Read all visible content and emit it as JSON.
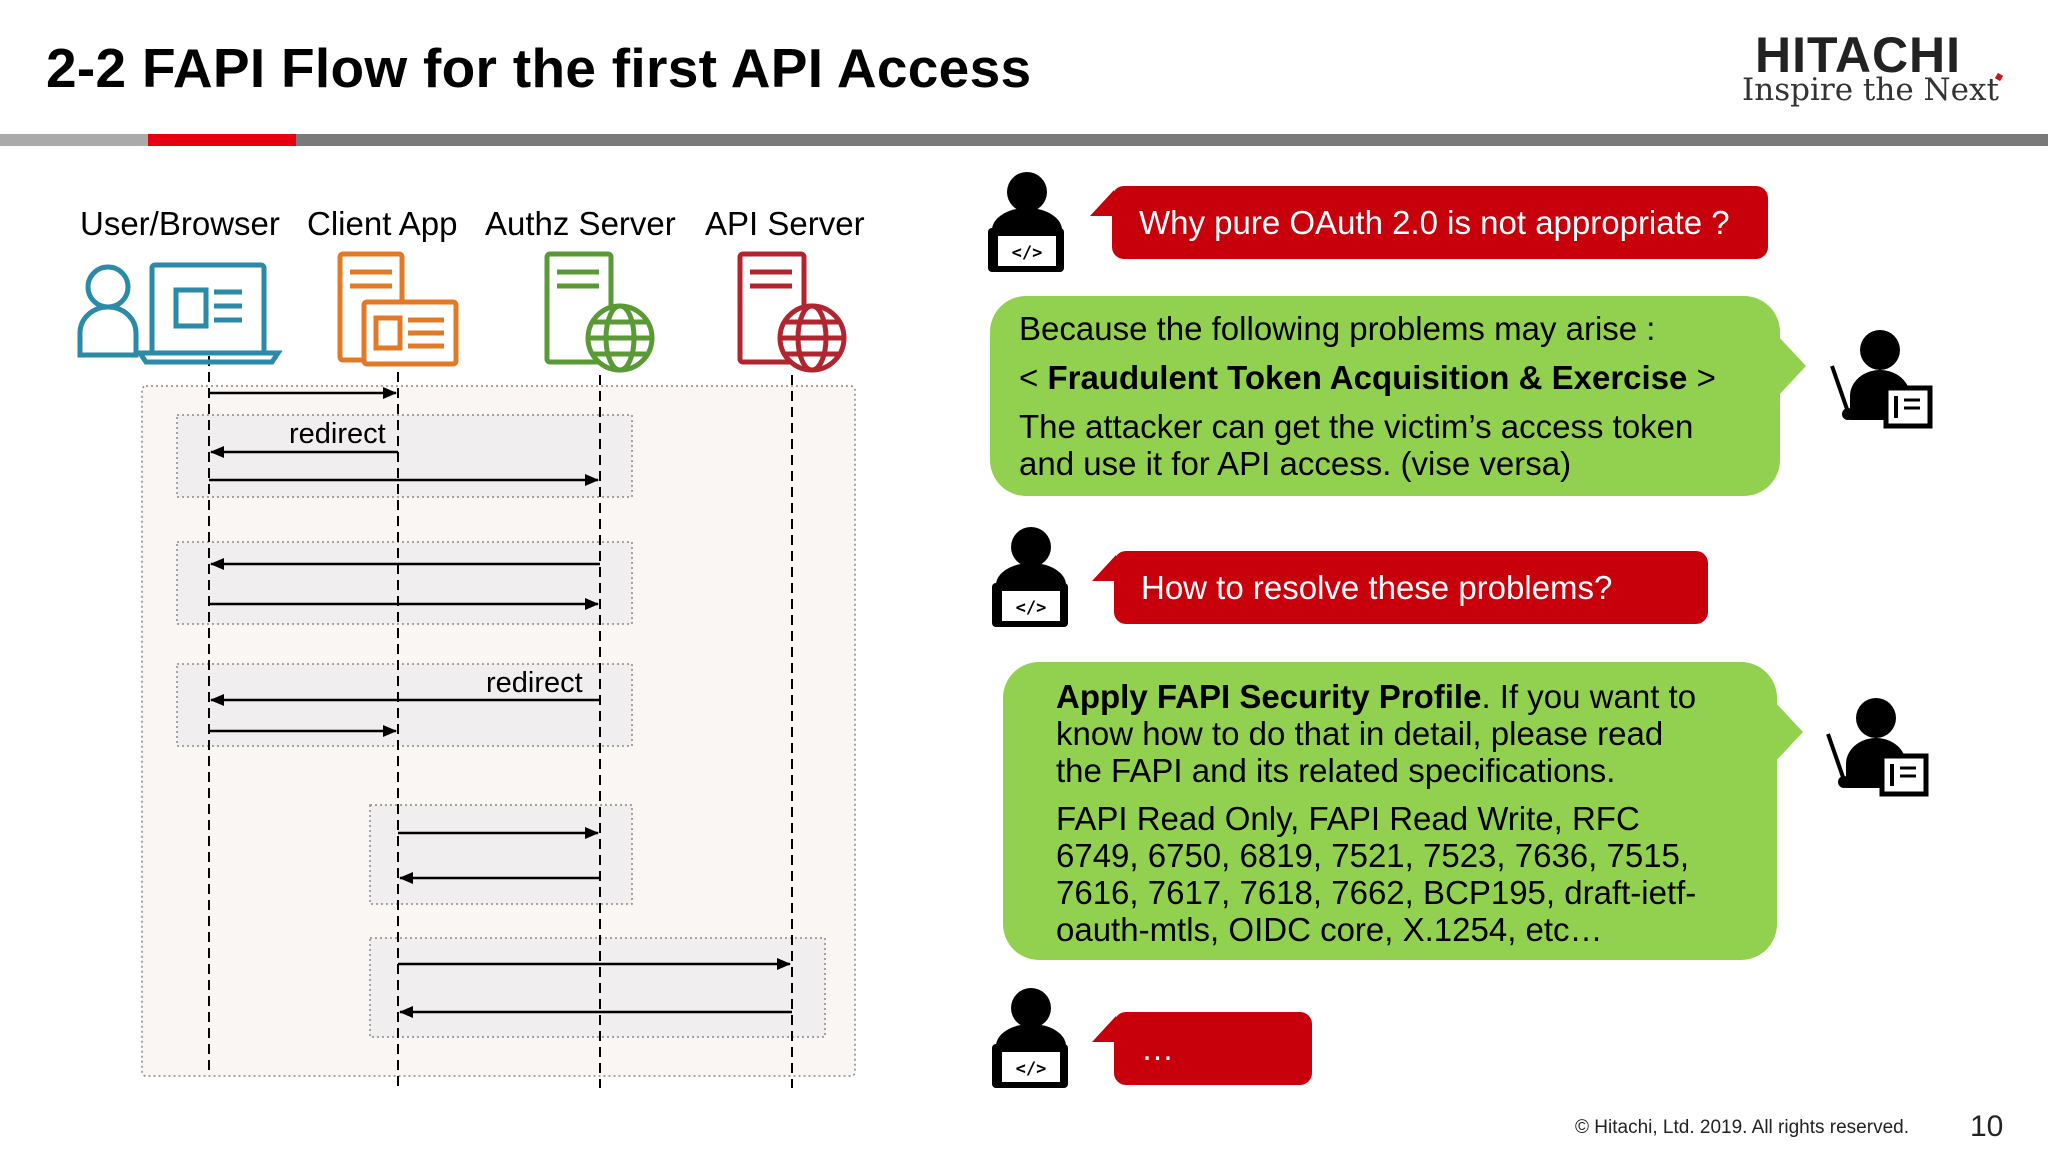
{
  "slide": {
    "title": "2-2 FAPI Flow for the first API Access",
    "logo": {
      "brand": "HITACHI",
      "tagline": "Inspire the Next"
    },
    "footer": {
      "copyright": "© Hitachi, Ltd. 2019. All rights reserved.",
      "page_number": "10"
    }
  },
  "diagram": {
    "actors": [
      {
        "label": "User/Browser",
        "icon": "user-browser-icon",
        "color": "#2a8aa8"
      },
      {
        "label": "Client App",
        "icon": "client-app-icon",
        "color": "#e07a26"
      },
      {
        "label": "Authz Server",
        "icon": "authz-server-icon",
        "color": "#5a9a36"
      },
      {
        "label": "API Server",
        "icon": "api-server-icon",
        "color": "#b0252e"
      }
    ],
    "messages": [
      {
        "from": 0,
        "to": 1,
        "label": ""
      },
      {
        "from": 1,
        "to": 0,
        "label": "redirect"
      },
      {
        "from": 0,
        "to": 2,
        "label": ""
      },
      {
        "from": 2,
        "to": 0,
        "label": ""
      },
      {
        "from": 0,
        "to": 2,
        "label": ""
      },
      {
        "from": 2,
        "to": 0,
        "label": "redirect"
      },
      {
        "from": 0,
        "to": 1,
        "label": ""
      },
      {
        "from": 1,
        "to": 2,
        "label": ""
      },
      {
        "from": 2,
        "to": 1,
        "label": ""
      },
      {
        "from": 1,
        "to": 3,
        "label": ""
      },
      {
        "from": 3,
        "to": 1,
        "label": ""
      }
    ]
  },
  "dialogue": {
    "q1": "Why pure OAuth 2.0 is not appropriate ?",
    "a1": {
      "intro": "Because the following problems may arise :",
      "heading_open": "< ",
      "heading": "Fraudulent Token Acquisition & Exercise",
      "heading_close": " >",
      "line1": "The attacker can get the victim’s access token",
      "line2": "and use it for API access. (vise versa)"
    },
    "q2": "How to resolve these problems?",
    "a2": {
      "bold": "Apply FAPI Security Profile",
      "rest1": ". If you want to",
      "line2": "know how to do that in detail, please read",
      "line3": "the FAPI and its related specifications.",
      "spec1": "FAPI Read Only, FAPI Read Write, RFC",
      "spec2": "6749, 6750, 6819, 7521, 7523, 7636, 7515,",
      "spec3": "7616, 7617, 7618, 7662, BCP195, draft-ietf-",
      "spec4": "oauth-mtls, OIDC core, X.1254,  etc…"
    },
    "q3": "…"
  },
  "colors": {
    "accent_red": "#c8000b",
    "bubble_green": "#92d050",
    "brand_red": "#e60012"
  },
  "icons": {
    "developer": "developer-laptop-icon",
    "teacher": "teacher-board-icon"
  }
}
